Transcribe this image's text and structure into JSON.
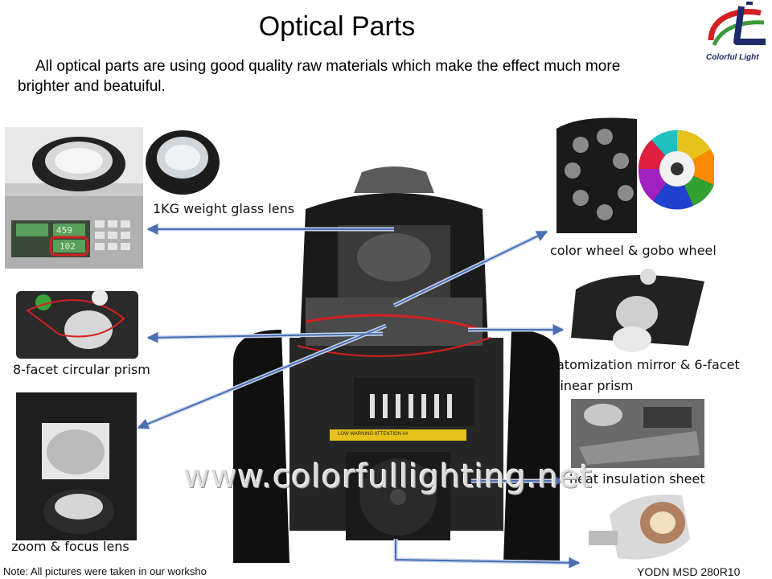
{
  "header": {
    "title": "Optical Parts",
    "intro": "All optical parts are using good quality raw materials which make the effect much more brighter and beatuiful."
  },
  "logo": {
    "brand_text": "Colorful Light"
  },
  "labels": {
    "glass_lens": "1KG weight glass lens",
    "circular_prism": "8-facet circular prism",
    "zoom_focus": "zoom & focus lens",
    "color_gobo": "color wheel & gobo wheel",
    "atomization_line1": "atomization mirror & 6-facet",
    "atomization_line2": "linear prism",
    "heat_sheet": "heat insulation sheet"
  },
  "scale_display": {
    "top_reading": "459",
    "bottom_reading": "102"
  },
  "warning_strip": "LOW  WARNING  ATTENTION  ##",
  "watermark": "www.colorfullighting.net",
  "footer": {
    "note": "Note: All pictures were taken in our worksho",
    "lamp_model": "YODN MSD 280R10"
  },
  "colors": {
    "accent_red": "#d42020",
    "accent_navy": "#1a2a6a",
    "arrow_blue": "#5a7fc0"
  }
}
